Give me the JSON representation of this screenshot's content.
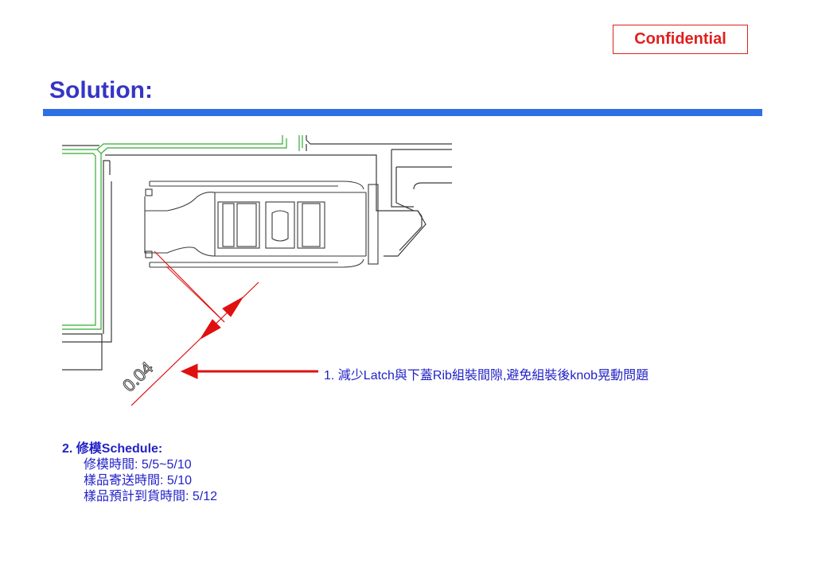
{
  "badge": {
    "text": "Confidential",
    "color": "#e0201e"
  },
  "title": {
    "text": "Solution:",
    "color": "#3535c4"
  },
  "rule_color": "#2f6fe6",
  "drawing": {
    "dimension_value": "0.04",
    "arrow_color": "#e01010",
    "outline_color": "#3a3a3a",
    "accent_color": "#33aa33"
  },
  "note1": {
    "text": "1. 減少Latch與下蓋Rib組裝間隙,避免組裝後knob晃動問題"
  },
  "schedule": {
    "heading": "2. 修模Schedule:",
    "items": [
      "修模時間: 5/5~5/10",
      "樣品寄送時間: 5/10",
      "樣品預計到貨時間: 5/12"
    ]
  }
}
